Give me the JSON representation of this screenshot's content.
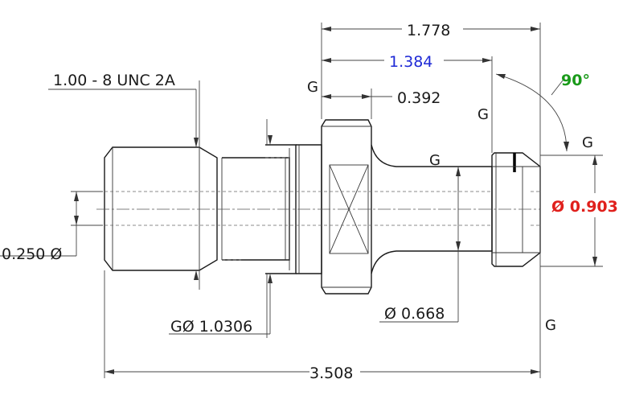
{
  "dimensions": {
    "overall_length": "3.508",
    "top_length": "1.778",
    "flange_to_face": "1.384",
    "flange_width": "0.392",
    "thread": "1.00 - 8 UNC 2A",
    "bore_diameter": "0.250 Ø",
    "groove_diameter": "GØ 1.0306",
    "neck_diameter": "Ø 0.668",
    "head_diameter": "Ø 0.903",
    "angle": "90°"
  },
  "gdt_marks": {
    "g1": "G",
    "g2": "G",
    "g3": "G",
    "g4": "G",
    "g5": "G"
  },
  "colors": {
    "line": "#1a1a1a",
    "blue_dim": "#1f2ad6",
    "red_dim": "#e0201c",
    "green_dim": "#1a9a1a"
  }
}
